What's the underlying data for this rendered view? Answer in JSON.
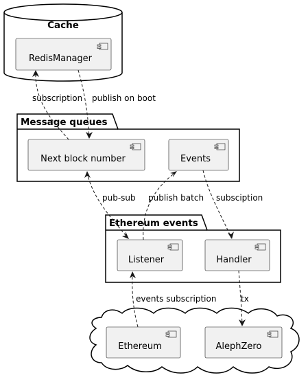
{
  "containers": {
    "cache": "Cache",
    "queues": "Message queues",
    "ethereum_events": "Ethereum events"
  },
  "components": {
    "redis_manager": "RedisManager",
    "next_block": "Next block number",
    "events": "Events",
    "listener": "Listener",
    "handler": "Handler",
    "ethereum": "Ethereum",
    "aleph_zero": "AlephZero"
  },
  "edges": {
    "subscription": "subscription",
    "publish_on_boot": "publish on boot",
    "pub_sub": "pub-sub",
    "publish_batch": "publish batch",
    "subsciption": "subsciption",
    "events_subscription": "events subscription",
    "tx": "tx"
  },
  "colors": {
    "component_fill": "#f1f1f1",
    "stroke": "#181818"
  }
}
